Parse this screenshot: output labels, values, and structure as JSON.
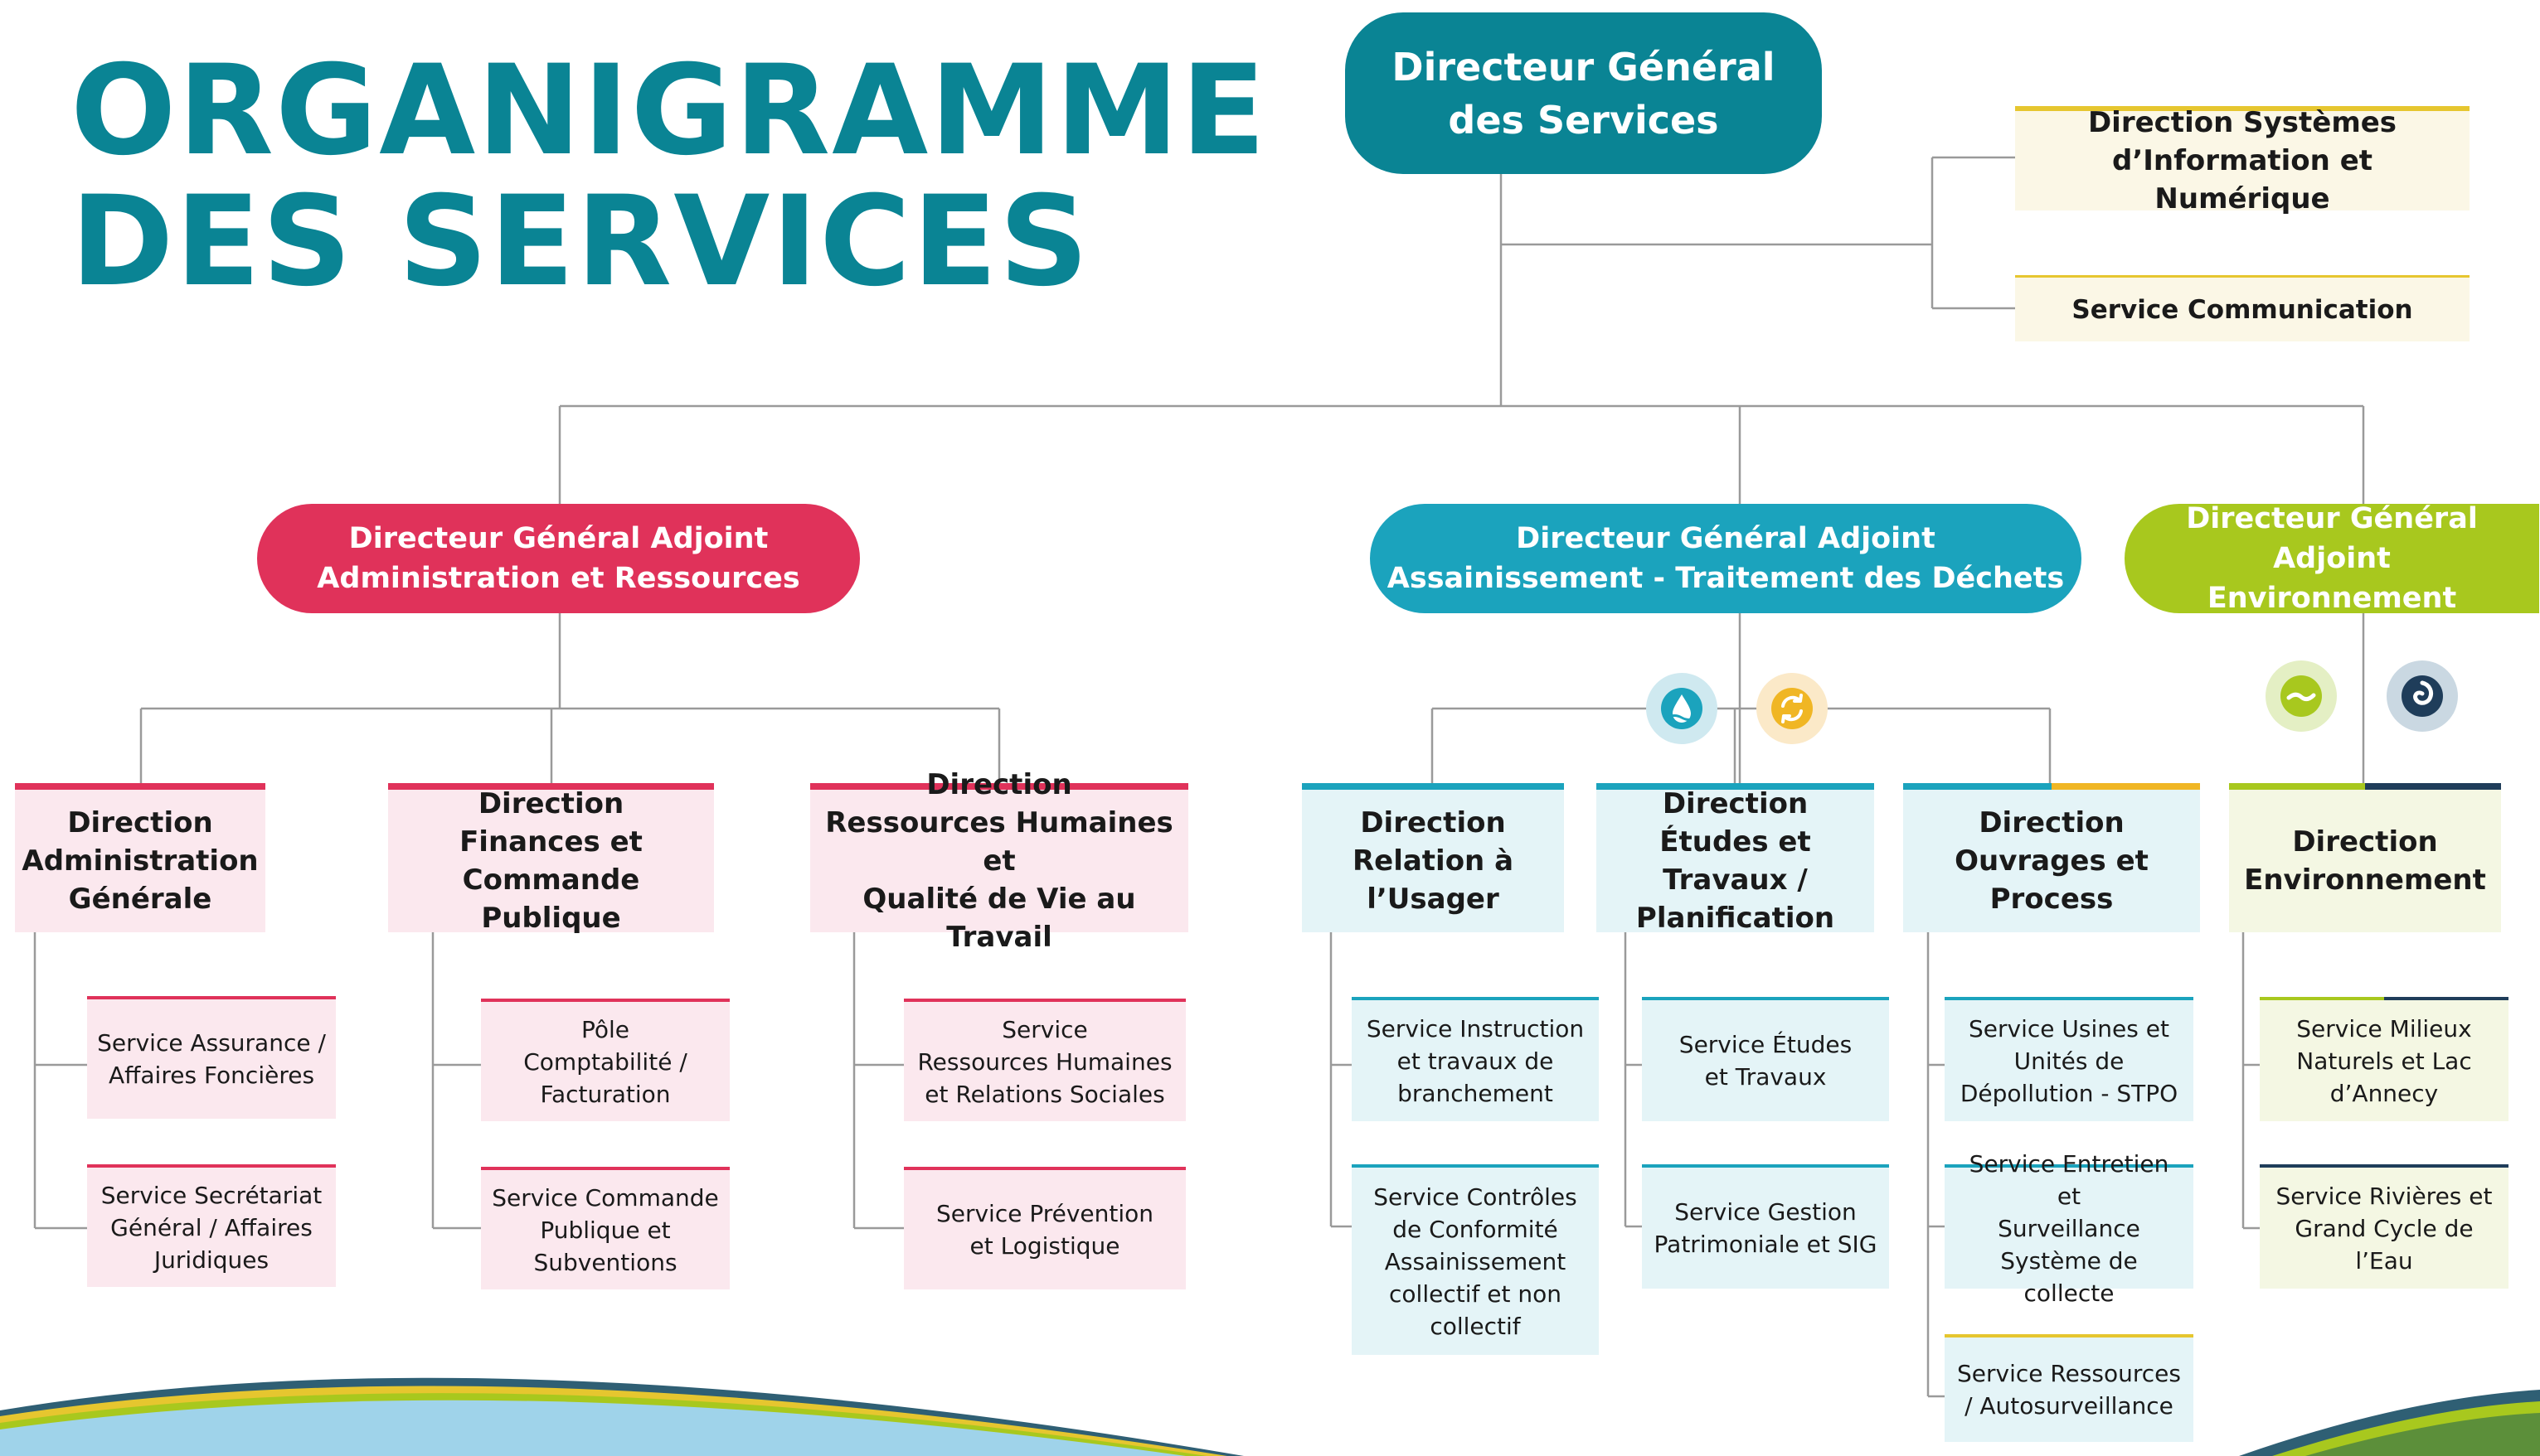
{
  "title": {
    "line1": "ORGANIGRAMME",
    "line2": "DES SERVICES"
  },
  "dgs": {
    "line1": "Directeur Général",
    "line2": "des Services"
  },
  "dgs_attached": [
    {
      "line1": "Direction Systèmes",
      "line2": "d’Information et Numérique"
    },
    {
      "line1": "Service Communication"
    }
  ],
  "dga": [
    {
      "line1": "Directeur Général Adjoint",
      "line2": "Administration et Ressources"
    },
    {
      "line1": "Directeur Général Adjoint",
      "line2": "Assainissement - Traitement des Déchets"
    },
    {
      "line1": "Directeur Général Adjoint",
      "line2": "Environnement"
    }
  ],
  "directions": [
    {
      "lines": [
        "Direction",
        "Administration",
        "Générale"
      ],
      "services": [
        [
          "Service Assurance /",
          "Affaires Foncières"
        ],
        [
          "Service Secrétariat",
          "Général / Affaires",
          "Juridiques"
        ]
      ]
    },
    {
      "lines": [
        "Direction",
        "Finances et",
        "Commande Publique"
      ],
      "services": [
        [
          "Pôle",
          "Comptabilité /",
          "Facturation"
        ],
        [
          "Service Commande",
          "Publique et",
          "Subventions"
        ]
      ]
    },
    {
      "lines": [
        "Direction",
        "Ressources Humaines et",
        "Qualité de Vie au Travail"
      ],
      "services": [
        [
          "Service",
          "Ressources Humaines",
          "et Relations Sociales"
        ],
        [
          "Service Prévention",
          "et Logistique"
        ]
      ]
    },
    {
      "lines": [
        "Direction",
        "Relation à",
        "l’Usager"
      ],
      "services": [
        [
          "Service Instruction",
          "et travaux de",
          "branchement"
        ],
        [
          "Service Contrôles",
          "de Conformité",
          "Assainissement",
          "collectif et non",
          "collectif"
        ]
      ]
    },
    {
      "lines": [
        "Direction",
        "Études et Travaux /",
        "Planification"
      ],
      "services": [
        [
          "Service Études",
          "et Travaux"
        ],
        [
          "Service Gestion",
          "Patrimoniale et SIG"
        ]
      ]
    },
    {
      "lines": [
        "Direction",
        "Ouvrages et Process"
      ],
      "services": [
        [
          "Service Usines et",
          "Unités de",
          "Dépollution - STPO"
        ],
        [
          "Service Entretien et",
          "Surveillance",
          "Système de collecte"
        ],
        [
          "Service Ressources",
          "/ Autosurveillance"
        ]
      ]
    },
    {
      "lines": [
        "Direction",
        "Environnement"
      ],
      "services": [
        [
          "Service Milieux",
          "Naturels et Lac",
          "d’Annecy"
        ],
        [
          "Service Rivières et",
          "Grand Cycle de l’Eau"
        ]
      ]
    }
  ],
  "icons": [
    "water-drop-icon",
    "recycle-icon",
    "wave-icon",
    "swirl-icon"
  ],
  "colors": {
    "title": "#0a8494",
    "dgs": "#0a8494",
    "admin": "#e0325a",
    "admin_light": "#fbe8ee",
    "assain": "#1ba3bd",
    "assain_light": "#e4f4f7",
    "environnement": "#a8c81e",
    "env_light": "#f4f7e3",
    "yellow": "#e6c62f",
    "navy": "#1f3d5a"
  }
}
